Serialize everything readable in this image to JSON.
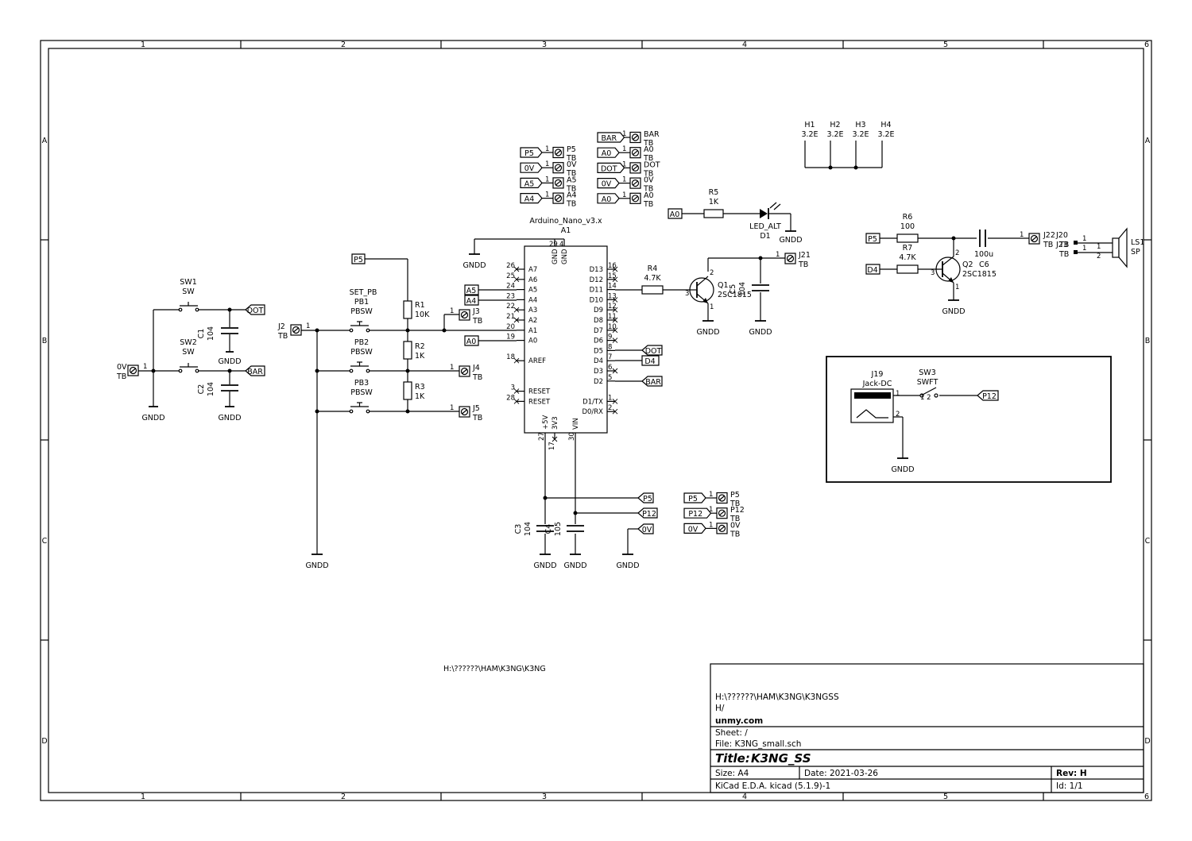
{
  "frame": {
    "columns": [
      "1",
      "2",
      "3",
      "4",
      "5",
      "6"
    ],
    "rows": [
      "A",
      "B",
      "C",
      "D"
    ]
  },
  "path_note": "H:\\??????\\HAM\\K3NG\\K3NG",
  "title_block": {
    "path": "H:\\??????\\HAM\\K3NG\\K3NGSS",
    "sheet_path": "H/",
    "company": "unmy.com",
    "sheet": "Sheet: /",
    "file": "File: K3NG_small.sch",
    "title_prefix": "Title:",
    "title": "K3NG_SS",
    "size": "Size: A4",
    "date": "Date: 2021-03-26",
    "rev": "Rev: H",
    "tool": "KiCad E.D.A.  kicad (5.1.9)-1",
    "id": "Id: 1/1"
  },
  "arduino": {
    "name": "Arduino_Nano_v3.x",
    "ref": "A1",
    "left_pins": [
      {
        "num": "26",
        "name": "A7"
      },
      {
        "num": "25",
        "name": "A6"
      },
      {
        "num": "24",
        "name": "A5"
      },
      {
        "num": "23",
        "name": "A4"
      },
      {
        "num": "22",
        "name": "A3"
      },
      {
        "num": "21",
        "name": "A2"
      },
      {
        "num": "20",
        "name": "A1"
      },
      {
        "num": "19",
        "name": "A0"
      },
      {
        "num": "18",
        "name": "AREF"
      },
      {
        "num": "3",
        "name": "RESET"
      },
      {
        "num": "28",
        "name": "RESET"
      }
    ],
    "right_pins": [
      {
        "num": "16",
        "name": "D13"
      },
      {
        "num": "15",
        "name": "D12"
      },
      {
        "num": "14",
        "name": "D11"
      },
      {
        "num": "13",
        "name": "D10"
      },
      {
        "num": "12",
        "name": "D9"
      },
      {
        "num": "11",
        "name": "D8"
      },
      {
        "num": "10",
        "name": "D7"
      },
      {
        "num": "9",
        "name": "D6"
      },
      {
        "num": "8",
        "name": "D5"
      },
      {
        "num": "7",
        "name": "D4"
      },
      {
        "num": "6",
        "name": "D3"
      },
      {
        "num": "5",
        "name": "D2"
      },
      {
        "num": "1",
        "name": "D1/TX"
      },
      {
        "num": "2",
        "name": "D0/RX"
      }
    ],
    "top_pins": [
      {
        "num": "29",
        "name": "GND"
      },
      {
        "num": "4",
        "name": "GND"
      }
    ],
    "bottom_pins": [
      {
        "num": "27",
        "name": "+5V"
      },
      {
        "num": "17",
        "name": "3V3"
      },
      {
        "num": "30",
        "name": "VIN"
      }
    ]
  },
  "header_groups": [
    {
      "rows": [
        {
          "label": "P5",
          "pin": "1",
          "name": "P5",
          "type": "TB"
        },
        {
          "label": "0V",
          "pin": "1",
          "name": "0V",
          "type": "TB"
        },
        {
          "label": "A5",
          "pin": "1",
          "name": "A5",
          "type": "TB"
        },
        {
          "label": "A4",
          "pin": "1",
          "name": "A4",
          "type": "TB"
        }
      ]
    },
    {
      "rows": [
        {
          "label": "BAR",
          "pin": "1",
          "name": "BAR",
          "type": "TB"
        },
        {
          "label": "A0",
          "pin": "1",
          "name": "A0",
          "type": "TB"
        },
        {
          "label": "DOT",
          "pin": "1",
          "name": "DOT",
          "type": "TB"
        },
        {
          "label": "0V",
          "pin": "1",
          "name": "0V",
          "type": "TB"
        },
        {
          "label": "A0",
          "pin": "1",
          "name": "A0",
          "type": "TB"
        }
      ]
    },
    {
      "rows": [
        {
          "label": "P5",
          "pin": "1",
          "name": "P5",
          "type": "TB"
        },
        {
          "label": "P12",
          "pin": "1",
          "name": "P12",
          "type": "TB"
        },
        {
          "label": "0V",
          "pin": "1",
          "name": "0V",
          "type": "TB"
        }
      ]
    }
  ],
  "holes": [
    {
      "ref": "H1",
      "value": "3.2E"
    },
    {
      "ref": "H2",
      "value": "3.2E"
    },
    {
      "ref": "H3",
      "value": "3.2E"
    },
    {
      "ref": "H4",
      "value": "3.2E"
    }
  ],
  "labels": {
    "gndd": "GNDD",
    "dot": "DOT",
    "bar": "BAR",
    "a0": "A0",
    "a4": "A4",
    "a5": "A5",
    "p5": "P5",
    "p12": "P12",
    "zero_v": "0V",
    "d4": "D4",
    "tb": "TB",
    "pin1": "1",
    "pin2": "2",
    "pin3": "3",
    "pin12": "1 2"
  },
  "components": {
    "sw1": {
      "ref": "SW1",
      "value": "SW"
    },
    "sw2": {
      "ref": "SW2",
      "value": "SW"
    },
    "c1": {
      "ref": "C1",
      "value": "104"
    },
    "c2": {
      "ref": "C2",
      "value": "104"
    },
    "c3": {
      "ref": "C3",
      "value": "104"
    },
    "c4": {
      "ref": "C4",
      "value": "105"
    },
    "c5": {
      "ref": "C5",
      "value": "104"
    },
    "c6": {
      "ref": "C6",
      "value": "100u"
    },
    "j0v": {
      "name": "0V",
      "type": "TB"
    },
    "j2": {
      "ref": "J2",
      "type": "TB"
    },
    "j3": {
      "ref": "J3",
      "type": "TB"
    },
    "j4": {
      "ref": "J4",
      "type": "TB"
    },
    "j5": {
      "ref": "J5",
      "type": "TB"
    },
    "j21": {
      "ref": "J21",
      "type": "TB"
    },
    "j22": {
      "ref": "J22",
      "type": "TB"
    },
    "j20": {
      "ref": "J20",
      "type": "TB"
    },
    "j23": {
      "ref": "J23",
      "type": "TB"
    },
    "pb1": {
      "ref": "PB1",
      "value": "PBSW",
      "label": "SET_PB"
    },
    "pb2": {
      "ref": "PB2",
      "value": "PBSW"
    },
    "pb3": {
      "ref": "PB3",
      "value": "PBSW"
    },
    "r1": {
      "ref": "R1",
      "value": "10K"
    },
    "r2": {
      "ref": "R2",
      "value": "1K"
    },
    "r3": {
      "ref": "R3",
      "value": "1K"
    },
    "r4": {
      "ref": "R4",
      "value": "4.7K"
    },
    "r5": {
      "ref": "R5",
      "value": "1K"
    },
    "r6": {
      "ref": "R6",
      "value": "100"
    },
    "r7": {
      "ref": "R7",
      "value": "4.7K"
    },
    "d1": {
      "ref": "D1",
      "value": "LED_ALT"
    },
    "q1": {
      "ref": "Q1",
      "value": "2SC1815"
    },
    "q2": {
      "ref": "Q2",
      "value": "2SC1815"
    },
    "ls1": {
      "ref": "LS1",
      "value": "SP"
    },
    "j19": {
      "ref": "J19",
      "value": "Jack-DC"
    },
    "sw3": {
      "ref": "SW3",
      "value": "SWFT"
    }
  }
}
